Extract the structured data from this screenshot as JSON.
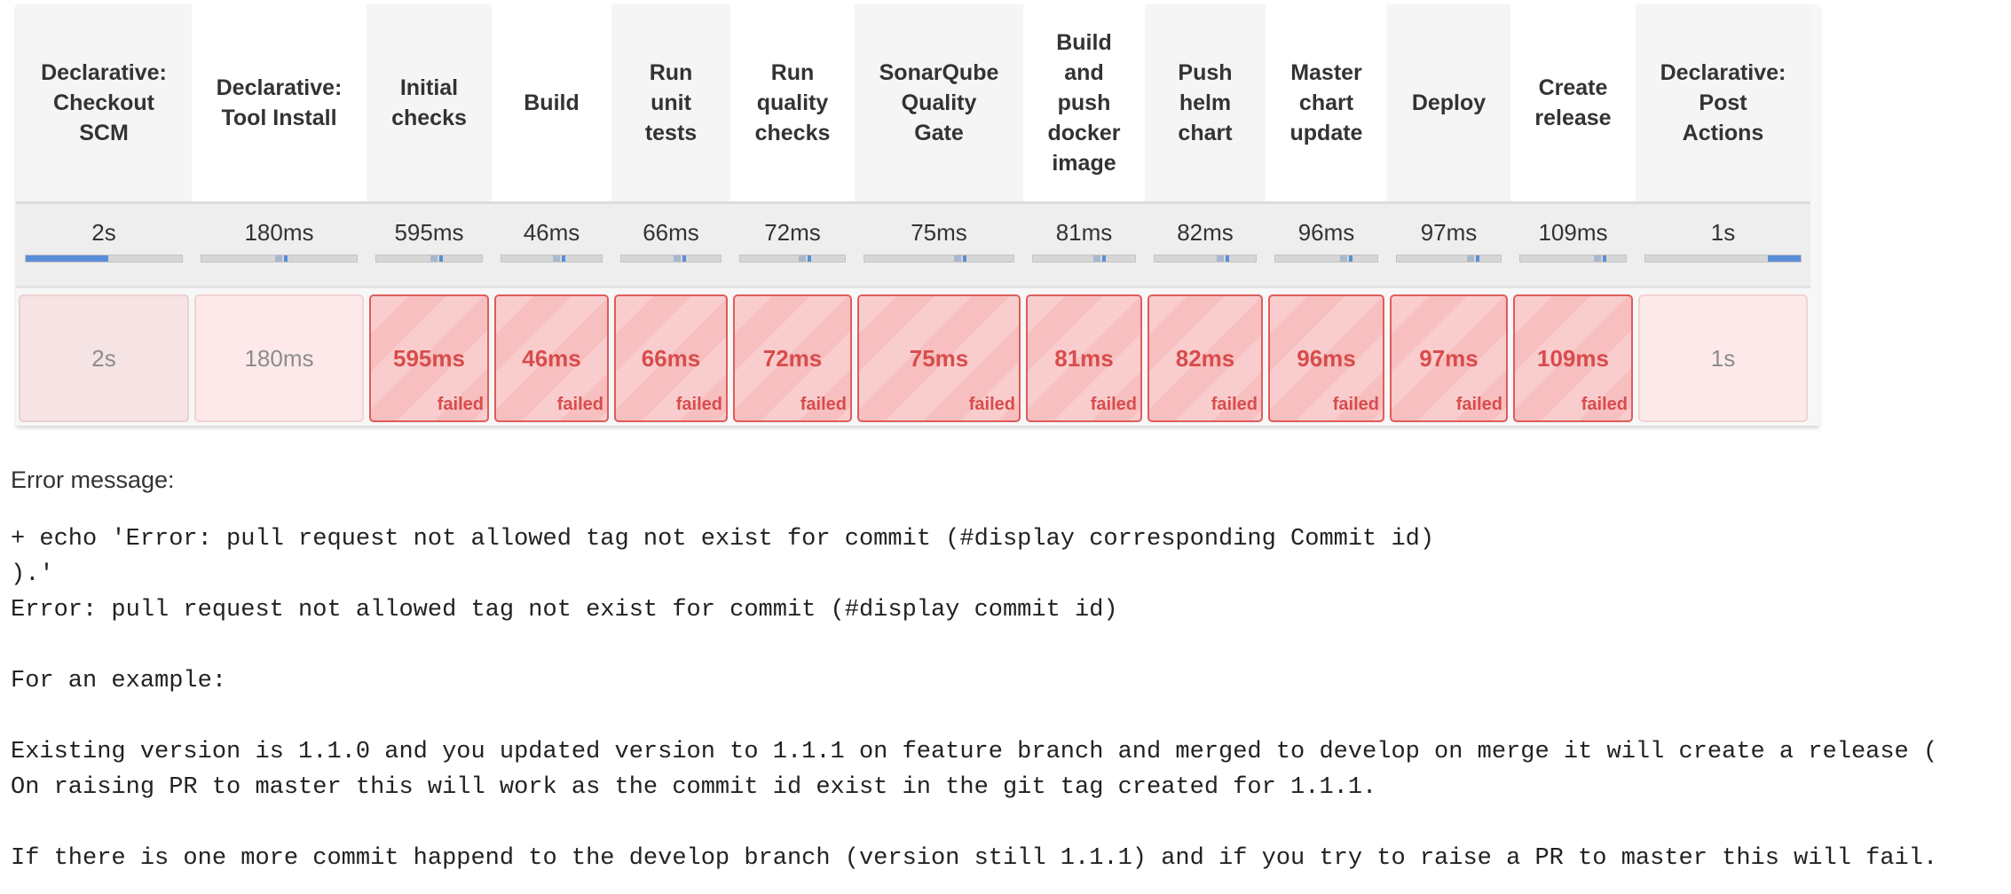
{
  "stages": [
    {
      "name_lines": [
        "Declarative:",
        "Checkout",
        "SCM"
      ],
      "avg": "2s",
      "cell": "2s",
      "status": "",
      "bar": {
        "type": "fill",
        "from": 0,
        "to": 0.53
      }
    },
    {
      "name_lines": [
        "Declarative:",
        "Tool Install"
      ],
      "avg": "180ms",
      "cell": "180ms",
      "status": "",
      "bar": {
        "type": "tick",
        "at": 0.53
      }
    },
    {
      "name_lines": [
        "Initial",
        "checks"
      ],
      "avg": "595ms",
      "cell": "595ms",
      "status": "failed",
      "bar": {
        "type": "tick",
        "at": 0.6
      }
    },
    {
      "name_lines": [
        "Build"
      ],
      "avg": "46ms",
      "cell": "46ms",
      "status": "failed",
      "bar": {
        "type": "tick",
        "at": 0.6
      }
    },
    {
      "name_lines": [
        "Run",
        "unit",
        "tests"
      ],
      "avg": "66ms",
      "cell": "66ms",
      "status": "failed",
      "bar": {
        "type": "tick",
        "at": 0.62
      }
    },
    {
      "name_lines": [
        "Run",
        "quality",
        "checks"
      ],
      "avg": "72ms",
      "cell": "72ms",
      "status": "failed",
      "bar": {
        "type": "tick",
        "at": 0.64
      }
    },
    {
      "name_lines": [
        "SonarQube",
        "Quality",
        "Gate"
      ],
      "avg": "75ms",
      "cell": "75ms",
      "status": "failed",
      "bar": {
        "type": "tick",
        "at": 0.66
      }
    },
    {
      "name_lines": [
        "Build",
        "and",
        "push",
        "docker",
        "image"
      ],
      "avg": "81ms",
      "cell": "81ms",
      "status": "failed",
      "bar": {
        "type": "tick",
        "at": 0.68
      }
    },
    {
      "name_lines": [
        "Push",
        "helm",
        "chart"
      ],
      "avg": "82ms",
      "cell": "82ms",
      "status": "failed",
      "bar": {
        "type": "tick",
        "at": 0.7
      }
    },
    {
      "name_lines": [
        "Master",
        "chart",
        "update"
      ],
      "avg": "96ms",
      "cell": "96ms",
      "status": "failed",
      "bar": {
        "type": "tick",
        "at": 0.72
      }
    },
    {
      "name_lines": [
        "Deploy"
      ],
      "avg": "97ms",
      "cell": "97ms",
      "status": "failed",
      "bar": {
        "type": "tick",
        "at": 0.76
      }
    },
    {
      "name_lines": [
        "Create",
        "release"
      ],
      "avg": "109ms",
      "cell": "109ms",
      "status": "failed",
      "bar": {
        "type": "tick",
        "at": 0.78
      }
    },
    {
      "name_lines": [
        "Declarative:",
        "Post",
        "Actions"
      ],
      "avg": "1s",
      "cell": "1s",
      "status": "",
      "bar": {
        "type": "fill",
        "from": 0.79,
        "to": 1.0
      }
    }
  ],
  "error": {
    "label": "Error message:",
    "log_lines": [
      "+ echo 'Error: pull request not allowed tag not exist for commit (#display corresponding Commit id)",
      ").'",
      "Error: pull request not allowed tag not exist for commit (#display commit id)",
      "",
      "For an example:",
      "",
      "Existing version is 1.1.0 and you updated version to 1.1.1 on feature branch and merged to develop on merge it will create a release (",
      "On raising PR to master this will work as the commit id exist in the git tag created for 1.1.1.",
      "",
      "If there is one more commit happend to the develop branch (version still 1.1.1) and if you try to raise a PR to master this will fail."
    ]
  },
  "colors": {
    "failed_border": "#df5c5c",
    "failed_fill": "#f7bfbf",
    "failed_text": "#d84c4c",
    "progress_blue": "#5a8ed8"
  }
}
